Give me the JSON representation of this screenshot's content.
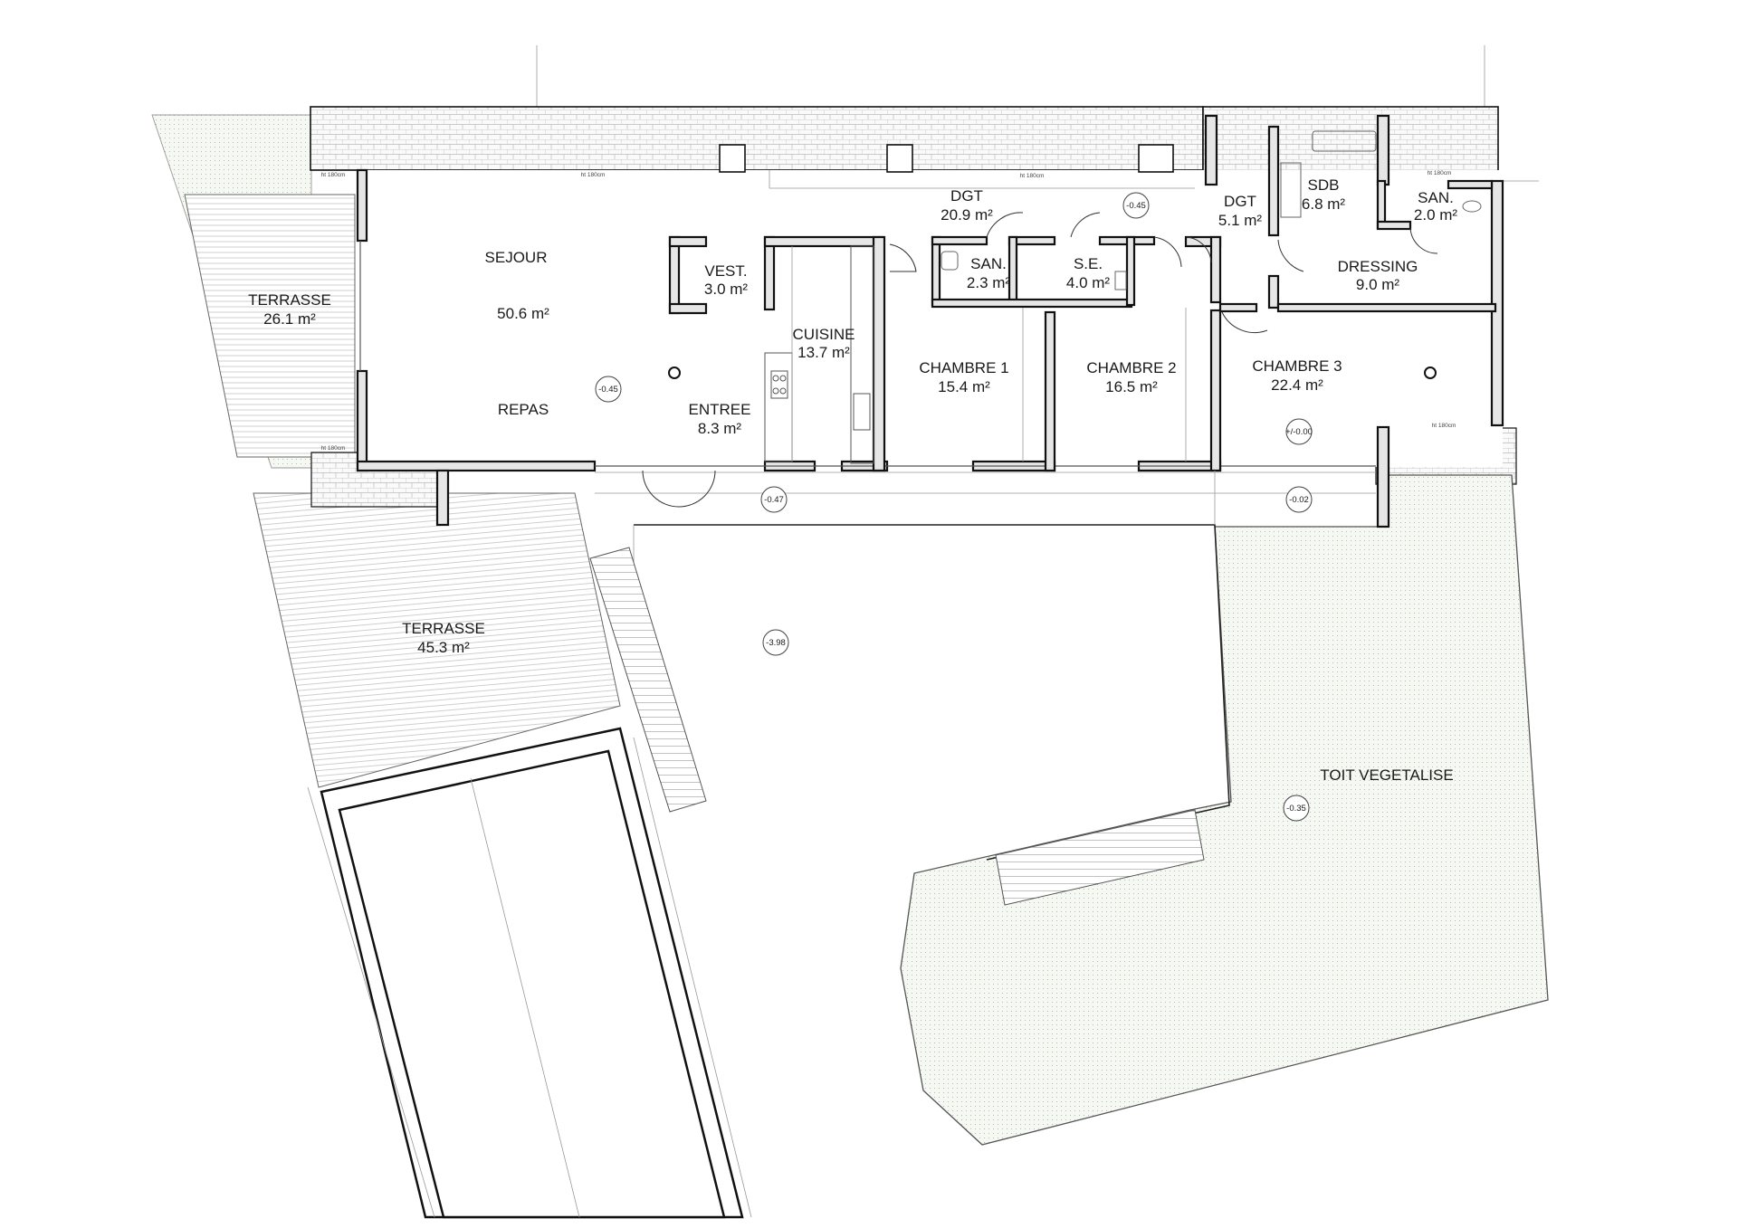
{
  "rooms": [
    {
      "id": "sejour",
      "name": "SEJOUR",
      "area": "50.6 m²"
    },
    {
      "id": "repas",
      "name": "REPAS"
    },
    {
      "id": "terrasse1",
      "name": "TERRASSE",
      "area": "26.1 m²"
    },
    {
      "id": "terrasse2",
      "name": "TERRASSE",
      "area": "45.3 m²"
    },
    {
      "id": "vest",
      "name": "VEST.",
      "area": "3.0 m²"
    },
    {
      "id": "cuisine",
      "name": "CUISINE",
      "area": "13.7 m²"
    },
    {
      "id": "entree",
      "name": "ENTREE",
      "area": "8.3 m²"
    },
    {
      "id": "dgt1",
      "name": "DGT",
      "area": "20.9 m²"
    },
    {
      "id": "san1",
      "name": "SAN.",
      "area": "2.3 m²"
    },
    {
      "id": "se",
      "name": "S.E.",
      "area": "4.0 m²"
    },
    {
      "id": "chambre1",
      "name": "CHAMBRE 1",
      "area": "15.4 m²"
    },
    {
      "id": "chambre2",
      "name": "CHAMBRE 2",
      "area": "16.5 m²"
    },
    {
      "id": "dgt2",
      "name": "DGT",
      "area": "5.1 m²"
    },
    {
      "id": "sdb",
      "name": "SDB",
      "area": "6.8 m²"
    },
    {
      "id": "san2",
      "name": "SAN.",
      "area": "2.0 m²"
    },
    {
      "id": "dressing",
      "name": "DRESSING",
      "area": "9.0 m²"
    },
    {
      "id": "chambre3",
      "name": "CHAMBRE 3",
      "area": "22.4 m²"
    },
    {
      "id": "toit",
      "name": "TOIT VEGETALISE"
    }
  ],
  "levels": [
    "-0.45",
    "-0.45",
    "-0.47",
    "-0.02",
    "+/-0.00",
    "-3.98",
    "-0.35"
  ],
  "heights": [
    "ht 180cm",
    "ht 180cm",
    "ht 180cm",
    "ht 180cm",
    "ht 180cm",
    "ht 180cm"
  ],
  "colors": {
    "green_roof": "#eef4ea",
    "wall": "#111111"
  }
}
